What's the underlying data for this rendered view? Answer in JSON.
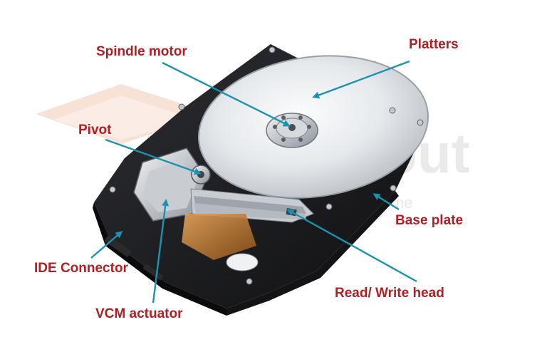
{
  "colors": {
    "label_text": "#b11f24",
    "arrow": "#1b93b0",
    "drive_body": "#1c1c1e",
    "platter": "#e4e7ea",
    "actuator_copper": "#c07a2f",
    "watermark": "#f3c9b4"
  },
  "watermark": {
    "brand_text": "Edu input",
    "tagline_text": "re come"
  },
  "labels": {
    "spindle_motor": "Spindle motor",
    "platters": "Platters",
    "pivot": "Pivot",
    "base_plate": "Base plate",
    "ide_connector": "IDE Connector",
    "read_write_head": "Read/ Write head",
    "vcm_actuator": "VCM actuator"
  }
}
